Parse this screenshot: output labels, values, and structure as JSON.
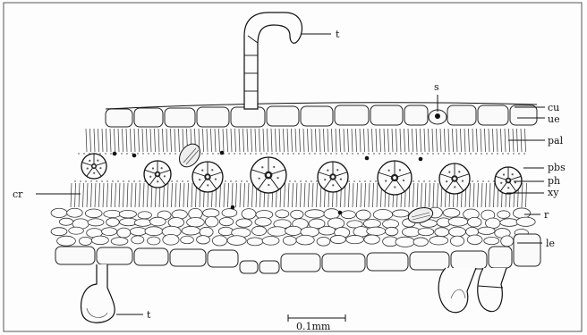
{
  "labels": {
    "t_top": "t",
    "s": "s",
    "cu": "cu",
    "ue": "ue",
    "pal": "pal",
    "pbs": "pbs",
    "ph": "ph",
    "xy": "xy",
    "cr": "cr",
    "r": "r",
    "le": "le",
    "t_bottom": "t"
  },
  "scale_bar": {
    "label": "0.1mm"
  }
}
